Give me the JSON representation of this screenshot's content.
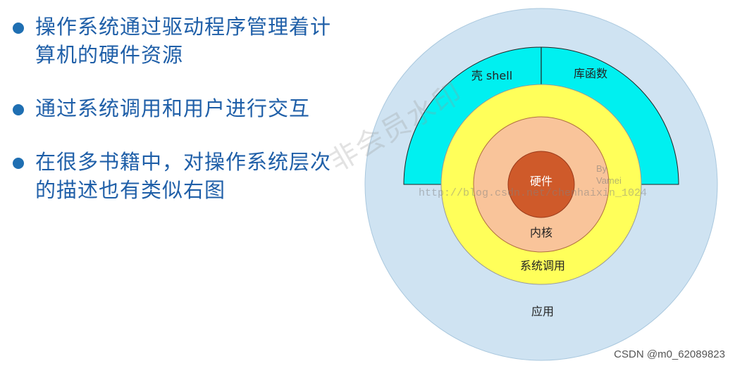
{
  "bullets": [
    {
      "text": "操作系统通过驱动程序管理着计",
      "text2": "算机的硬件资源"
    },
    {
      "text": "通过系统调用和用户进行交互",
      "text2": ""
    },
    {
      "text": "在很多书籍中，对操作系统层次",
      "text2": "的描述也有类似右图"
    }
  ],
  "diagram": {
    "layers": {
      "hardware": "硬件",
      "kernel": "内核",
      "syscall": "系统调用",
      "shell": "壳 shell",
      "library": "库函数",
      "apps": "应用"
    },
    "overlay_by": "By",
    "overlay_author": "Vamei",
    "overlay_url": "http://blog.csdn.net/chenhaixin_1024"
  },
  "watermark": "非会员水印",
  "credit": "CSDN @m0_62089823",
  "colors": {
    "bullet_text": "#1f5fa8",
    "bullet_dot": "#1f6fb2",
    "apps": "#cfe3f2",
    "shell": "#00f0f0",
    "syscall": "#ffff5a",
    "kernel": "#f9c49a",
    "hardware": "#cf5a2a"
  }
}
